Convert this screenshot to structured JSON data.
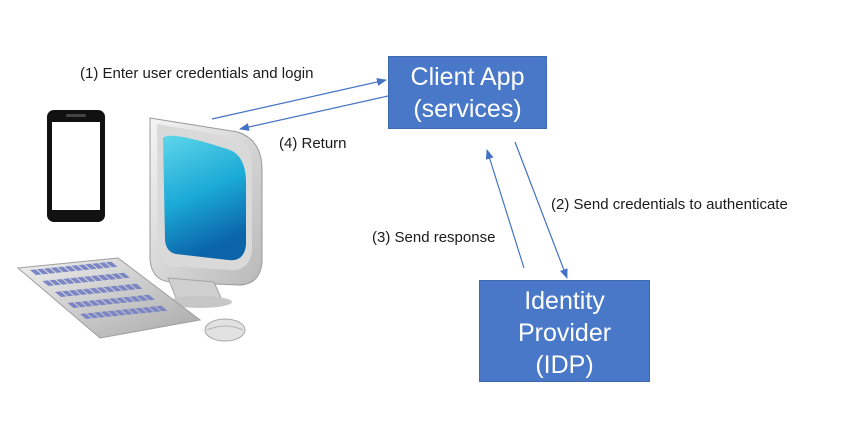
{
  "diagram": {
    "nodes": {
      "client_app": {
        "lines": [
          "Client App",
          "(services)"
        ]
      },
      "identity_provider": {
        "lines": [
          "Identity",
          "Provider",
          "(IDP)"
        ]
      }
    },
    "steps": [
      {
        "id": 1,
        "label": "(1) Enter user credentials and login"
      },
      {
        "id": 2,
        "label": "(2) Send credentials to authenticate"
      },
      {
        "id": 3,
        "label": "(3) Send response"
      },
      {
        "id": 4,
        "label": "(4) Return"
      }
    ],
    "icons": [
      "smartphone-icon",
      "desktop-computer-icon",
      "keyboard-icon",
      "mouse-icon"
    ]
  },
  "colors": {
    "box_fill": "#4a78c8",
    "arrow": "#4472c4",
    "box_text": "#ffffff"
  }
}
